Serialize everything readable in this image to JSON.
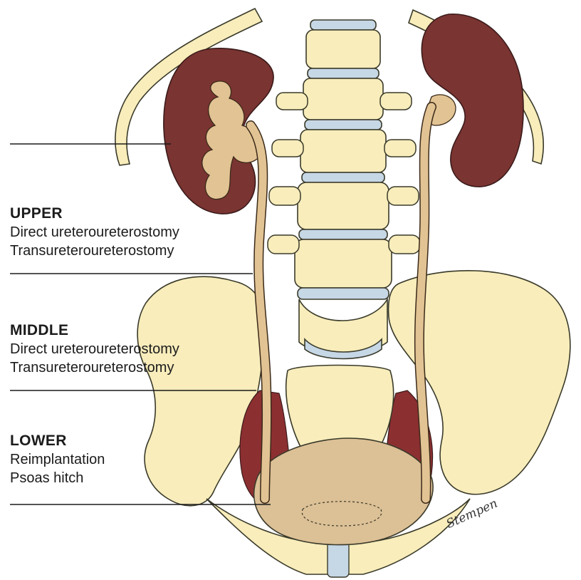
{
  "sections": [
    {
      "key": "upper",
      "heading": "UPPER",
      "items": [
        "Direct ureteroureterostomy",
        "Transureteroureterostomy"
      ]
    },
    {
      "key": "middle",
      "heading": "MIDDLE",
      "items": [
        "Direct ureteroureterostomy",
        "Transureteroureterostomy"
      ]
    },
    {
      "key": "lower",
      "heading": "LOWER",
      "items": [
        "Reimplantation",
        "Psoas hitch"
      ]
    }
  ],
  "signature": "Stempen",
  "colors": {
    "bone": "#f8edbb",
    "bone_outline": "#3a3a2a",
    "kidney": "#7a3431",
    "disc": "#c6d7e6",
    "ureter": "#e2c393",
    "psoas": "#8c2f31",
    "bladder": "#dcc096",
    "leader": "#1b1b1b"
  }
}
